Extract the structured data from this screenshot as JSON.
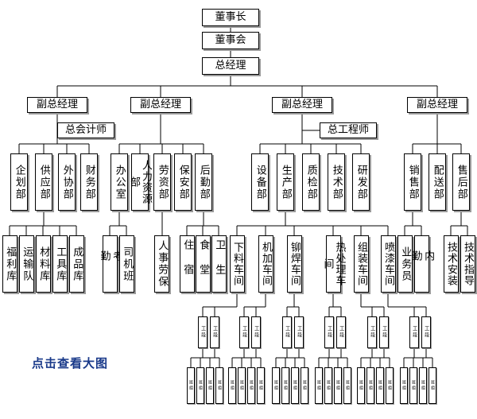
{
  "chairman": "董事长",
  "board": "董事会",
  "gm": "总经理",
  "vp_label": "副总经理",
  "chief_accountant": "总会计师",
  "chief_engineer": "总工程师",
  "vp1_depts": [
    "企划部",
    "供应部",
    "外协部",
    "财务部"
  ],
  "vp2_depts": [
    "办公室",
    "人力资源部",
    "劳资部",
    "保安部",
    "后勤部"
  ],
  "vp3_depts": [
    "设备部",
    "生产部",
    "质检部",
    "技术部",
    "研发部"
  ],
  "vp4_depts": [
    "销售部",
    "配送部",
    "售后部"
  ],
  "supply_subs": [
    "福利库",
    "运输队",
    "材料库",
    "工具库",
    "成品库"
  ],
  "office_subs": [
    "考勤",
    "司机班"
  ],
  "labor_subs": [
    "人事劳保"
  ],
  "logistics_subs": [
    "住宿",
    "食堂",
    "卫生"
  ],
  "workshops": [
    "下料车间",
    "机加车间",
    "铆焊车间",
    "热处理车间",
    "组装车间",
    "喷漆车间"
  ],
  "sales_subs": [
    "业务员",
    "内勤"
  ],
  "aftersales_subs": [
    "技术安装",
    "技术指导"
  ],
  "team_label": "工段",
  "group_label": "班组",
  "link_text": "点击查看大图"
}
